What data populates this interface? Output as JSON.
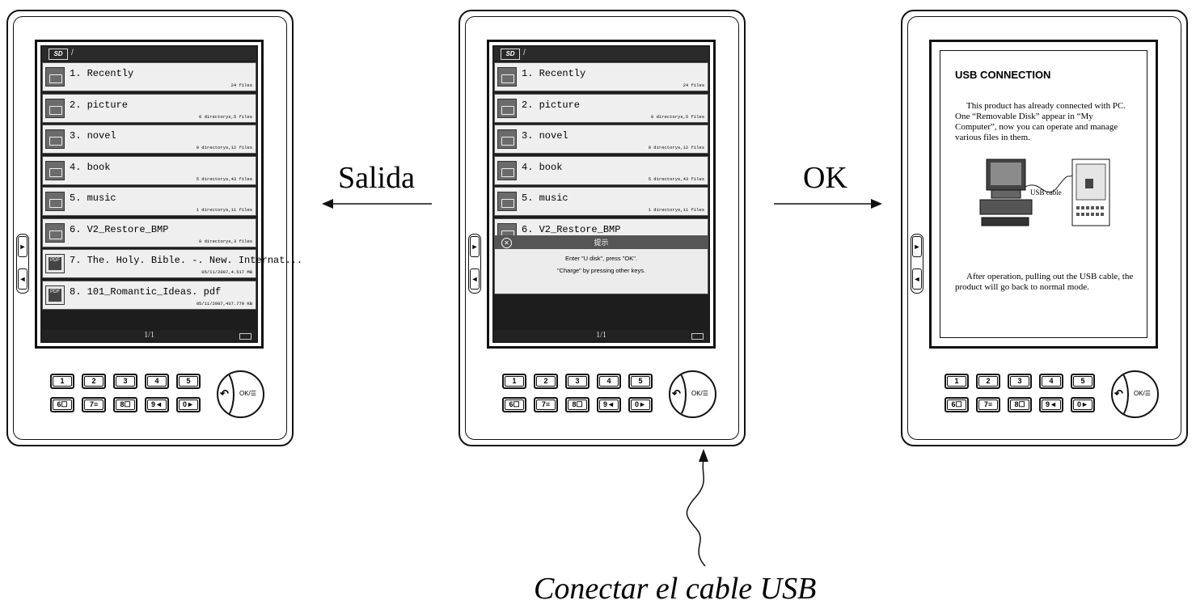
{
  "file_list": {
    "path": "/",
    "sd_label": "SD",
    "items": [
      {
        "name": "1. Recently",
        "info": "24 files",
        "icon": "folder-icon"
      },
      {
        "name": "2. picture",
        "info": "0 directorys,5 files",
        "icon": "folder-icon"
      },
      {
        "name": "3. novel",
        "info": "0 directorys,12 files",
        "icon": "folder-icon"
      },
      {
        "name": "4. book",
        "info": "5 directorys,43 files",
        "icon": "folder-icon"
      },
      {
        "name": "5. music",
        "info": "1 directorys,11 files",
        "icon": "folder-icon"
      },
      {
        "name": "6. V2_Restore_BMP",
        "info": "0 directorys,3 files",
        "icon": "folder-icon"
      },
      {
        "name": "7. The. Holy. Bible. -. New. Internat...",
        "info": "05/11/2007,4.517 MB",
        "icon": "pdf-icon"
      },
      {
        "name": "8. 101_Romantic_Ideas. pdf",
        "info": "05/11/2007,437.779 KB",
        "icon": "pdf-icon"
      }
    ],
    "page": "1/1"
  },
  "dialog": {
    "title": "提示",
    "line1": "Enter \"U disk\", press \"OK\".",
    "line2": "\"Charge\" by pressing other keys."
  },
  "usb_screen": {
    "title": "USB CONNECTION",
    "para1": "This product has already connected with PC. One “Removable Disk” appear in “My Computer”, now you can operate and manage various files in them.",
    "cable_label": "USB cable",
    "para2": "After operation, pulling out the USB cable, the product will go back to normal mode."
  },
  "keypad": {
    "row1": [
      "1",
      "2",
      "3",
      "4",
      "5"
    ],
    "row2": [
      "6☐",
      "7≡",
      "8☐",
      "9◄",
      "0►"
    ],
    "ok": "OK/☰",
    "back": "↶"
  },
  "side_buttons": [
    "►",
    "◄"
  ],
  "labels": {
    "left_arrow": "Salida",
    "right_arrow": "OK",
    "bottom": "Conectar el cable USB"
  }
}
